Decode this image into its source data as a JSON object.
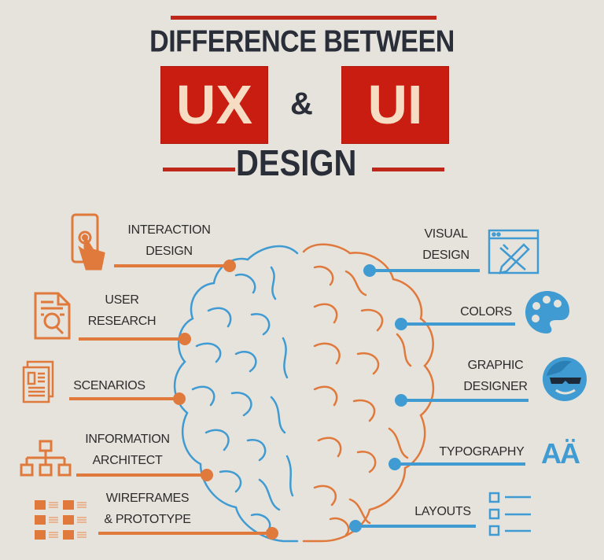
{
  "header": {
    "title_line1": "DIFFERENCE BETWEEN",
    "ux": "UX",
    "ampersand": "&",
    "ui": "UI",
    "title_line3": "DESIGN"
  },
  "colors": {
    "red": "#c81d10",
    "orange": "#e0793c",
    "blue": "#3f9bd2",
    "dark": "#2a2e38",
    "background": "#e6e3dc"
  },
  "ux_items": [
    {
      "line1": "INTERACTION",
      "line2": "DESIGN",
      "icon": "smartphone-touch-icon"
    },
    {
      "line1": "USER",
      "line2": "RESEARCH",
      "icon": "document-magnifier-icon"
    },
    {
      "line1": "SCENARIOS",
      "line2": "",
      "icon": "documents-icon"
    },
    {
      "line1": "INFORMATION",
      "line2": "ARCHITECT",
      "icon": "sitemap-icon"
    },
    {
      "line1": "WIREFRAMES",
      "line2": "& PROTOTYPE",
      "icon": "wireframe-grid-icon"
    }
  ],
  "ui_items": [
    {
      "line1": "VISUAL",
      "line2": "DESIGN",
      "icon": "design-window-icon"
    },
    {
      "line1": "COLORS",
      "line2": "",
      "icon": "palette-icon"
    },
    {
      "line1": "GRAPHIC",
      "line2": "DESIGNER",
      "icon": "designer-face-icon"
    },
    {
      "line1": "TYPOGRAPHY",
      "line2": "",
      "icon": "typography-icon"
    },
    {
      "line1": "LAYOUTS",
      "line2": "",
      "icon": "list-layout-icon"
    }
  ],
  "typography_glyph": "AÄ"
}
